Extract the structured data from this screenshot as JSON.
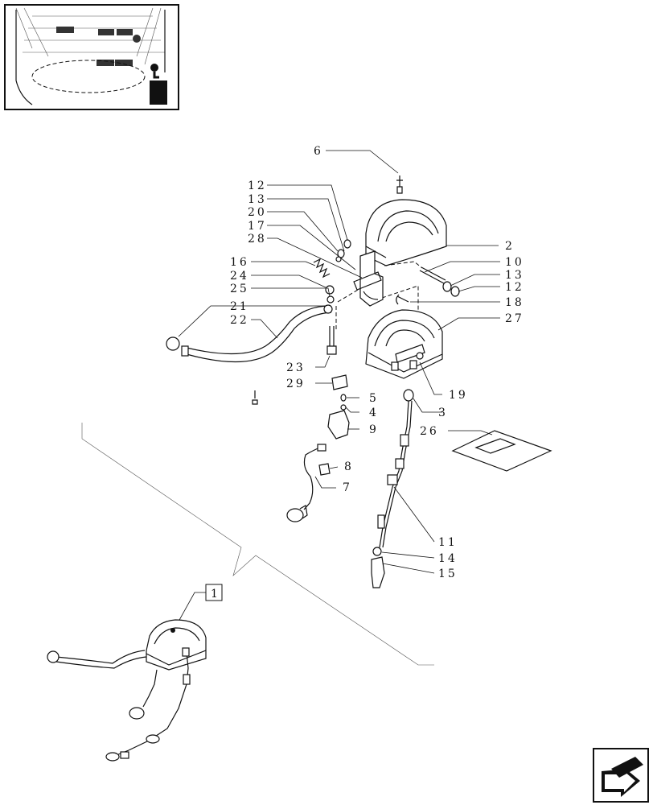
{
  "diagram": {
    "callouts": {
      "c6": "6",
      "c12a": "12",
      "c13a": "13",
      "c20": "20",
      "c17": "17",
      "c28": "28",
      "c16": "16",
      "c24": "24",
      "c25": "25",
      "c21": "21",
      "c22": "22",
      "c23": "23",
      "c29": "29",
      "c5": "5",
      "c4": "4",
      "c9": "9",
      "c8": "8",
      "c7": "7",
      "c2": "2",
      "c10": "10",
      "c13b": "13",
      "c12b": "12",
      "c18": "18",
      "c27": "27",
      "c19": "19",
      "c3": "3",
      "c26": "26",
      "c11": "11",
      "c14": "14",
      "c15": "15"
    },
    "assembly_ref": "1",
    "icons": {
      "locator": "tractor-cab-locator-thumbnail",
      "nav": "next-page-arrow-icon"
    }
  }
}
